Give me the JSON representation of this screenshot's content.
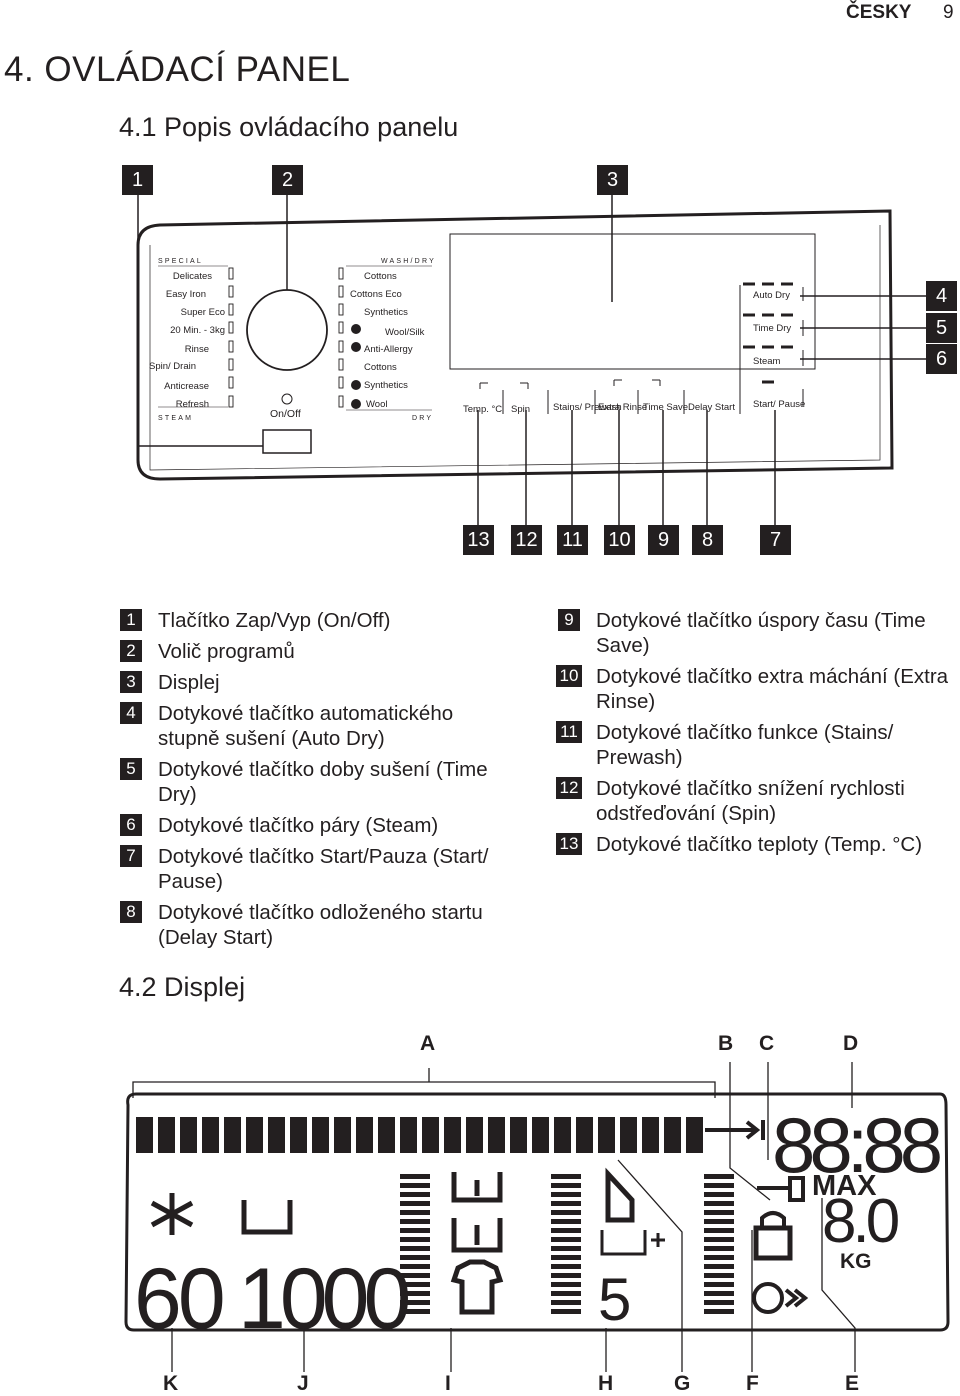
{
  "header": {
    "language": "ČESKY",
    "page_number": "9"
  },
  "section": {
    "title": "4. OVLÁDACÍ PANEL",
    "subsection_1": "4.1 Popis ovládacího panelu",
    "subsection_2": "4.2 Displej"
  },
  "panel_callouts_top": [
    "1",
    "2",
    "3"
  ],
  "panel_callouts_right": [
    "4",
    "5",
    "6"
  ],
  "panel_callouts_bottom": [
    "13",
    "12",
    "11",
    "10",
    "9",
    "8",
    "7"
  ],
  "panel": {
    "special_header": "SPECIAL",
    "steam_footer": "STEAM",
    "wash_dry_header": "WASH/DRY",
    "dry_footer": "DRY",
    "left_programs": [
      "Delicates",
      "Easy Iron",
      "Super Eco",
      "20 Min. - 3kg",
      "Rinse",
      "Spin/ Drain",
      "Anticrease",
      "Refresh"
    ],
    "right_programs": [
      "Cottons",
      "Cottons Eco",
      "Synthetics",
      "Wool/Silk",
      "Anti-Allergy",
      "Cottons",
      "Synthetics",
      "Wool"
    ],
    "on_off": "On/Off",
    "buttons_bottom": [
      "Temp. °C",
      "Spin",
      "Stains/ Prewash",
      "Extra Rinse",
      "Time Save",
      "Delay Start"
    ],
    "buttons_right": [
      "Auto Dry",
      "Time Dry",
      "Steam",
      "Start/ Pause"
    ]
  },
  "legend_left": [
    {
      "num": "1",
      "text": "Tlačítko Zap/Vyp (On/Off)"
    },
    {
      "num": "2",
      "text": "Volič programů"
    },
    {
      "num": "3",
      "text": "Displej"
    },
    {
      "num": "4",
      "text": "Dotykové tlačítko automatického stupně sušení (Auto Dry)"
    },
    {
      "num": "5",
      "text": "Dotykové tlačítko doby sušení (Time Dry)"
    },
    {
      "num": "6",
      "text": "Dotykové tlačítko páry (Steam)"
    },
    {
      "num": "7",
      "text": "Dotykové tlačítko Start/Pauza (Start/ Pause)"
    },
    {
      "num": "8",
      "text": "Dotykové tlačítko odloženého startu (Delay Start)"
    }
  ],
  "legend_right": [
    {
      "num": "9",
      "text": "Dotykové tlačítko úspory času (Time Save)"
    },
    {
      "num": "10",
      "text": "Dotykové tlačítko extra máchání (Extra Rinse)"
    },
    {
      "num": "11",
      "text": "Dotykové tlačítko funkce (Stains/ Prewash)"
    },
    {
      "num": "12",
      "text": "Dotykové tlačítko snížení rychlosti odstřeďování (Spin)"
    },
    {
      "num": "13",
      "text": "Dotykové tlačítko teploty (Temp. °C)"
    }
  ],
  "display": {
    "letters_top": [
      "A",
      "B",
      "C",
      "D"
    ],
    "letters_bottom": [
      "K",
      "J",
      "I",
      "H",
      "G",
      "F",
      "E"
    ],
    "temp_digits": "60",
    "spin_digits": "1000",
    "time_digits": "88:88",
    "weight_digits": "8.0",
    "max_label": "MAX",
    "kg_label": "KG",
    "phase_digit": "5"
  }
}
